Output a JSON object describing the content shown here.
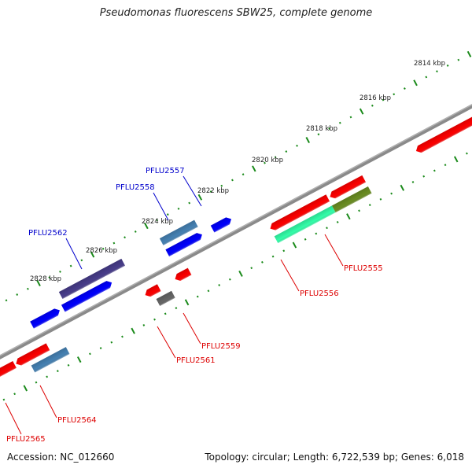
{
  "title": "Pseudomonas fluorescens SBW25, complete genome",
  "footer": {
    "accession": "Accession: NC_012660",
    "summary": "Topology: circular; Length: 6,722,539 bp; Genes: 6,018"
  },
  "colors": {
    "backbone": "#8a8a8a",
    "ticks": "#1a8a1a",
    "label_forward": "#0000cc",
    "label_reverse": "#dd0000"
  },
  "ticks": {
    "unit": "kbp",
    "labels": [
      "2814 kbp",
      "2816 kbp",
      "2818 kbp",
      "2820 kbp",
      "2822 kbp",
      "2824 kbp",
      "2826 kbp",
      "2828 kbp"
    ]
  },
  "genes": [
    {
      "name": "PFLU2555",
      "strand": "reverse",
      "track": "outer",
      "color": "#6b8e23",
      "labeled": true
    },
    {
      "name": "PFLU2556",
      "strand": "reverse",
      "track": "outer",
      "color": "#33ffaa",
      "labeled": true
    },
    {
      "name": "PFLU2557",
      "strand": "forward",
      "track": "inner",
      "color": "#0000ff",
      "labeled": true
    },
    {
      "name": "PFLU2558",
      "strand": "forward",
      "track": "outer",
      "color": "#4682b4",
      "labeled": true
    },
    {
      "name": "PFLU2559",
      "strand": "reverse",
      "track": "inner",
      "color": "#ff0000",
      "labeled": true
    },
    {
      "name": "PFLU2561",
      "strand": "reverse",
      "track": "outer",
      "color": "#666666",
      "labeled": true
    },
    {
      "name": "PFLU2562",
      "strand": "forward",
      "track": "outer",
      "color": "#483d8b",
      "labeled": true
    },
    {
      "name": "PFLU2564",
      "strand": "reverse",
      "track": "outer",
      "color": "#4682b4",
      "labeled": true
    },
    {
      "name": "PFLU2565",
      "strand": "reverse",
      "track": "inner",
      "color": "#ff0000",
      "labeled": true
    }
  ]
}
